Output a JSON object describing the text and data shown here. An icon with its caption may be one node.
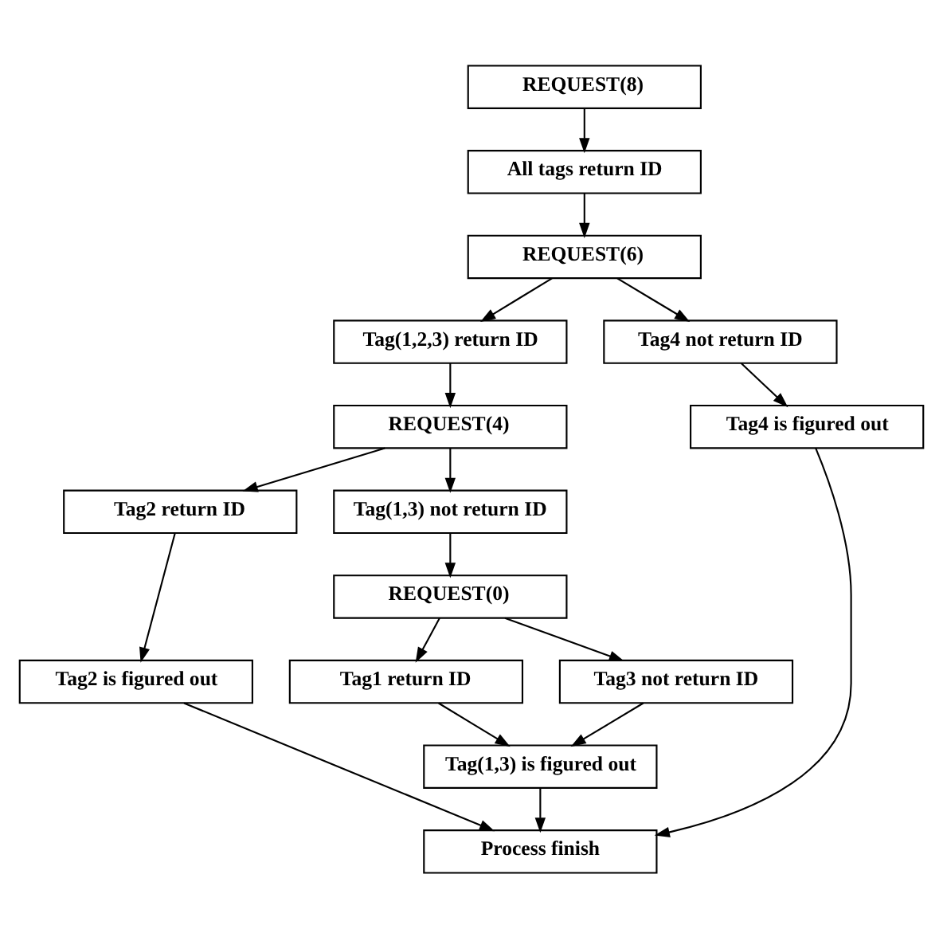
{
  "diagram": {
    "nodes": [
      {
        "text": [
          "REQUEST(8)"
        ]
      },
      {
        "text": [
          "All tags return ID"
        ]
      },
      {
        "text": [
          "REQUEST(6)"
        ]
      },
      {
        "text": [
          "Tag(1,2,3) return ID"
        ]
      },
      {
        "text": [
          "Tag4 not return ID"
        ]
      },
      {
        "text": [
          "REQUEST(4)"
        ]
      },
      {
        "text": [
          "Tag4 is figured out"
        ]
      },
      {
        "text": [
          "Tag2 return ID"
        ]
      },
      {
        "text": [
          "Tag(1,3) not return ID"
        ]
      },
      {
        "text": [
          "Tag2 is figured out"
        ]
      },
      {
        "text": [
          "REQUEST(0)"
        ]
      },
      {
        "text": [
          "Tag1 return ID"
        ]
      },
      {
        "text": [
          "Tag3 not return ID"
        ]
      },
      {
        "text": [
          "Tag(1,3) is figured out"
        ]
      },
      {
        "text": [
          "Process finish"
        ]
      }
    ],
    "edges": [
      {
        "from": 0,
        "to": 1,
        "arrow": "to"
      },
      {
        "from": 1,
        "to": 2,
        "arrow": "to"
      },
      {
        "from": 2,
        "to": 3,
        "arrow": "to"
      },
      {
        "from": 2,
        "to": 4,
        "arrow": "to"
      },
      {
        "from": 3,
        "to": 5,
        "arrow": "to"
      },
      {
        "from": 4,
        "to": 6,
        "arrow": "to"
      },
      {
        "from": 5,
        "to": 7,
        "arrow": "to"
      },
      {
        "from": 5,
        "to": 8,
        "arrow": "to"
      },
      {
        "from": 7,
        "to": 9,
        "arrow": "to"
      },
      {
        "from": 8,
        "to": 10,
        "arrow": "to"
      },
      {
        "from": 10,
        "to": 11,
        "arrow": "to"
      },
      {
        "from": 10,
        "to": 12,
        "arrow": "to"
      },
      {
        "from": 11,
        "to": 13,
        "arrow": "to"
      },
      {
        "from": 12,
        "to": 13,
        "arrow": "to"
      },
      {
        "from": 9,
        "to": 14,
        "arrow": "to"
      },
      {
        "from": 13,
        "to": 14,
        "arrow": "to"
      },
      {
        "from": 6,
        "to": 14,
        "arrow": "to"
      }
    ]
  }
}
